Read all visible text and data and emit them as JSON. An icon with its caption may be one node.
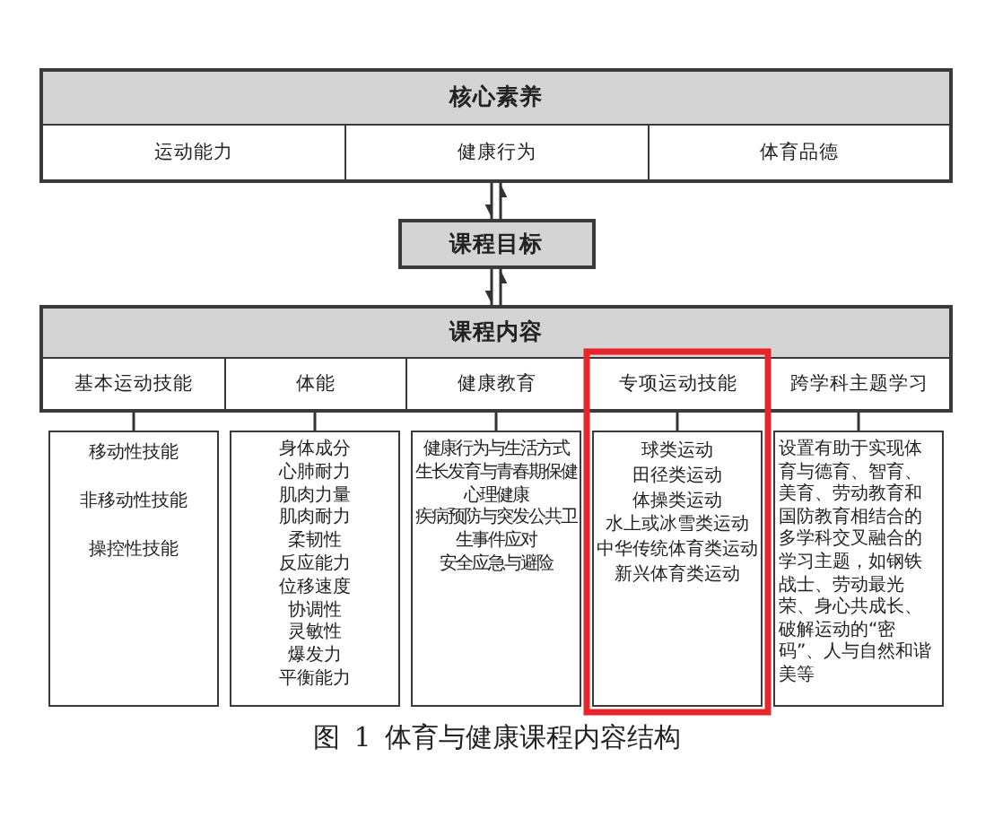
{
  "diagram": {
    "caption": "图 1 体育与健康课程内容结构",
    "nodes": [
      {
        "text": [
          "核心素养"
        ]
      },
      {
        "text": [
          "运动能力"
        ],
        "in": 0
      },
      {
        "text": [
          "健康行为"
        ],
        "in": 0
      },
      {
        "text": [
          "体育品德"
        ],
        "in": 0
      },
      {
        "text": [
          "课程目标"
        ]
      },
      {
        "text": [
          "课程内容"
        ]
      },
      {
        "text": [
          "基本运动技能"
        ],
        "in": 5
      },
      {
        "text": [
          "体能"
        ],
        "in": 5
      },
      {
        "text": [
          "健康教育"
        ],
        "in": 5
      },
      {
        "text": [
          "专项运动技能"
        ],
        "in": 5
      },
      {
        "text": [
          "跨学科主题学习"
        ],
        "in": 5
      },
      {
        "text": [
          "移动性技能",
          "非移动性技能",
          "操控性技能"
        ]
      },
      {
        "text": [
          "身体成分",
          "心肺耐力",
          "肌肉力量",
          "肌肉耐力",
          "柔韧性",
          "反应能力",
          "位移速度",
          "协调性",
          "灵敏性",
          "爆发力",
          "平衡能力"
        ]
      },
      {
        "text": [
          "健康行为与生活方式",
          "生长发育与青春期保健",
          "心理健康",
          "疾病预防与突发公共卫生事件应对",
          "安全应急与避险"
        ]
      },
      {
        "text": [
          "球类运动",
          "田径类运动",
          "体操类运动",
          "水上或冰雪类运动",
          "中华传统体育类运动",
          "新兴体育类运动"
        ]
      },
      {
        "text": [
          "设置有助于实现体育与德育、智育、美育、劳动教育和国防教育相结合的多学科交叉融合的学习主题，如钢铁战士、劳动最光荣、身心共成长、破解运动的“密码”、人与自然和谐美等"
        ]
      }
    ],
    "edges": [
      {
        "from": 0,
        "to": 4,
        "arrow": "to"
      },
      {
        "from": 4,
        "to": 0,
        "arrow": "to"
      },
      {
        "from": 4,
        "to": 5,
        "arrow": "to"
      },
      {
        "from": 5,
        "to": 4,
        "arrow": "to"
      },
      {
        "from": 6,
        "to": 11,
        "arrow": "none"
      },
      {
        "from": 7,
        "to": 12,
        "arrow": "none"
      },
      {
        "from": 8,
        "to": 13,
        "arrow": "none"
      },
      {
        "from": 9,
        "to": 14,
        "arrow": "none"
      },
      {
        "from": 10,
        "to": 15,
        "arrow": "none"
      }
    ]
  }
}
